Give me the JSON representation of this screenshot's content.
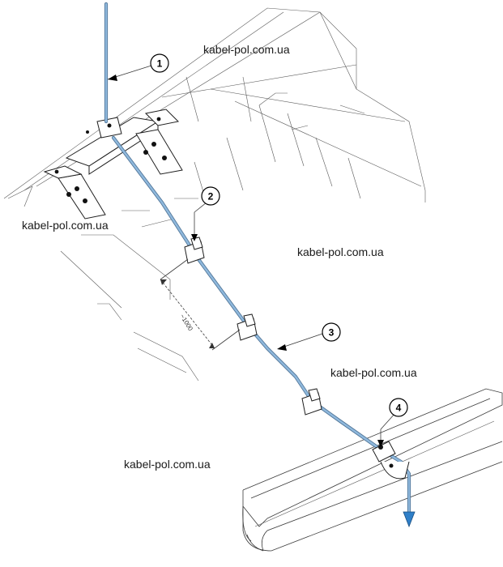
{
  "watermarks": [
    "kabel-pol.com.ua",
    "kabel-pol.com.ua",
    "kabel-pol.com.ua",
    "kabel-pol.com.ua",
    "kabel-pol.com.ua"
  ],
  "callouts": [
    "1",
    "2",
    "3",
    "4"
  ],
  "dimension_label": "~1000",
  "colors": {
    "cable": "#8fb8dc",
    "arrow": "#2f7fc8",
    "lines": "#3a3a3a"
  }
}
